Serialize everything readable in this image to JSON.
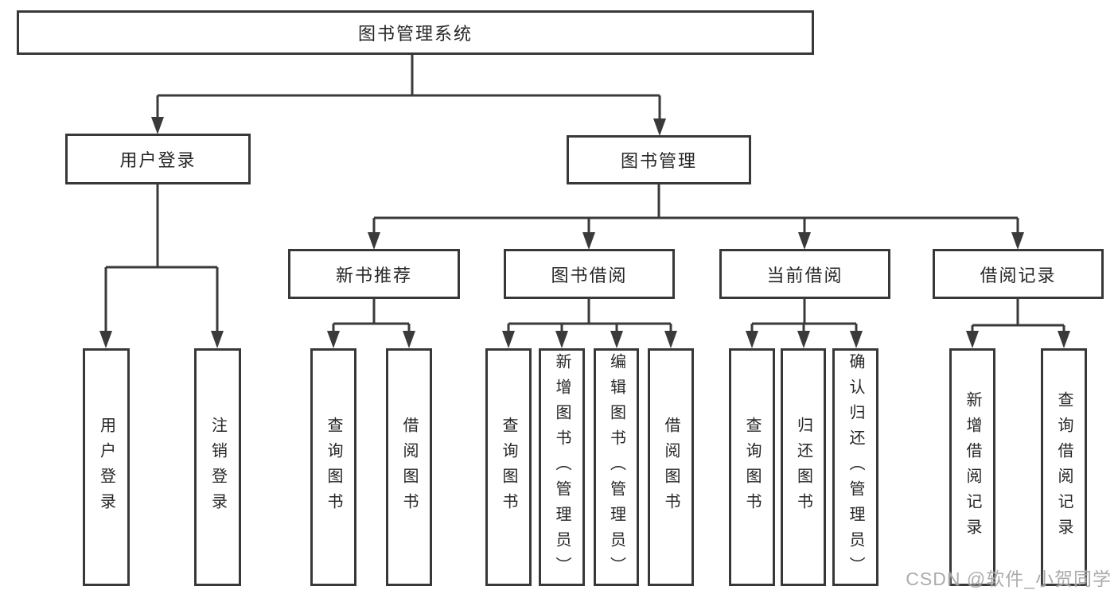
{
  "title": {
    "label": "图书管理系统"
  },
  "level2": {
    "user_login": "用户登录",
    "book_management": "图书管理"
  },
  "level3": {
    "new_book_recommend": "新书推荐",
    "book_borrow": "图书借阅",
    "current_borrow": "当前借阅",
    "borrow_records": "借阅记录"
  },
  "leaves": {
    "user_login": [
      "用户登录",
      "注销登录"
    ],
    "new_book_recommend": [
      "查询图书",
      "借阅图书"
    ],
    "book_borrow": [
      "查询图书",
      "新增图书（管理员）",
      "编辑图书（管理员）",
      "借阅图书"
    ],
    "current_borrow": [
      "查询图书",
      "归还图书",
      "确认归还（管理员）"
    ],
    "borrow_records": [
      "新增借阅记录",
      "查询借阅记录"
    ]
  },
  "watermark": "CSDN @软件_小贺同学",
  "colors": {
    "line": "#3a3a3a",
    "text": "#262626",
    "watermark": "#a5a5a5",
    "background": "#ffffff"
  }
}
